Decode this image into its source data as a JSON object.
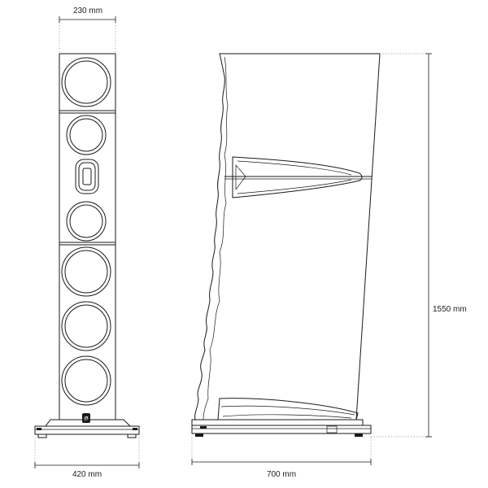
{
  "dimensions": {
    "top_width": "230 mm",
    "base_width": "420 mm",
    "depth": "700 mm",
    "height": "1550 mm"
  },
  "logo_glyph": "ø",
  "colors": {
    "line": "#1a1a1a",
    "guide": "#9a9a9a",
    "background": "#ffffff"
  }
}
